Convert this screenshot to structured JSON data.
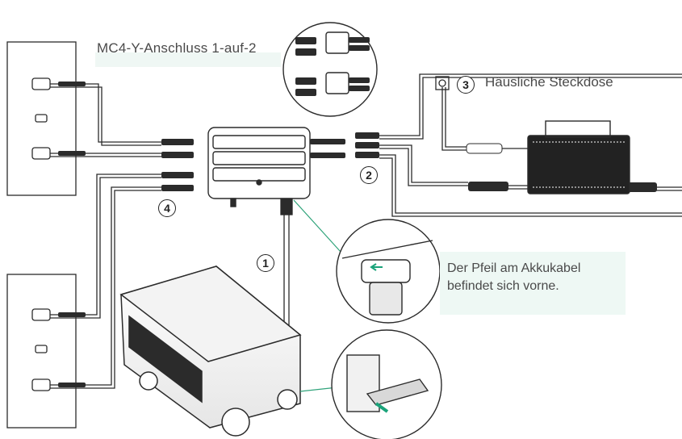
{
  "labels": {
    "y_connector": "MC4-Y-Anschluss 1-auf-2",
    "socket": "Häusliche Steckdose",
    "arrow_line1": "Der Pfeil am Akkukabel",
    "arrow_line2": "befindet sich vorne."
  },
  "markers": [
    "1",
    "2",
    "3",
    "4"
  ],
  "colors": {
    "line": "#2b2b2b",
    "callout_line": "#2fa37a",
    "callout_bg": "#eef8f4",
    "arrow_accent": "#1aa37a"
  }
}
